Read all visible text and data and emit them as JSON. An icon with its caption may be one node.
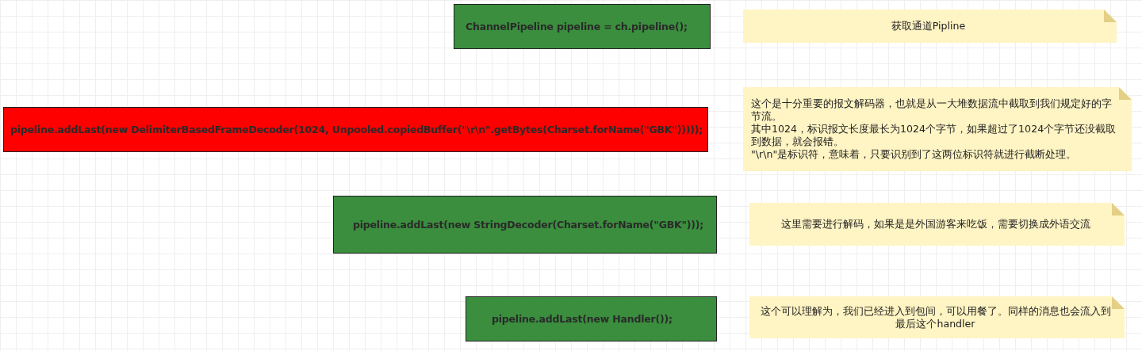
{
  "diagram": {
    "nodes": [
      {
        "text": [
          "ChannelPipeline pipeline = ch.pipeline();"
        ]
      },
      {
        "text": [
          "获取通道Pipline"
        ]
      },
      {
        "text": [
          "pipeline.addLast(new DelimiterBasedFrameDecoder(1024, Unpooled.copiedBuffer(\"\\r\\n\".getBytes(Charset.forName(\"GBK\")))));"
        ]
      },
      {
        "text": [
          "这个是十分重要的报文解码器，也就是从一大堆数据流中截取到我们规定好的字节流。",
          "其中1024，标识报文长度最长为1024个字节，如果超过了1024个字节还没截取到数据，就会报错。",
          "\"\\r\\n\"是标识符，意味着，只要识别到了这两位标识符就进行截断处理。"
        ]
      },
      {
        "text": [
          "pipeline.addLast(new StringDecoder(Charset.forName(\"GBK\")));"
        ]
      },
      {
        "text": [
          "这里需要进行解码，如果是是外国游客来吃饭，需要切换成外语交流"
        ]
      },
      {
        "text": [
          "pipeline.addLast(new Handler());"
        ]
      },
      {
        "text": [
          "这个可以理解为，我们已经进入到包间，可以用餐了。同样的消息也会流入到最后这个handler"
        ]
      }
    ]
  }
}
